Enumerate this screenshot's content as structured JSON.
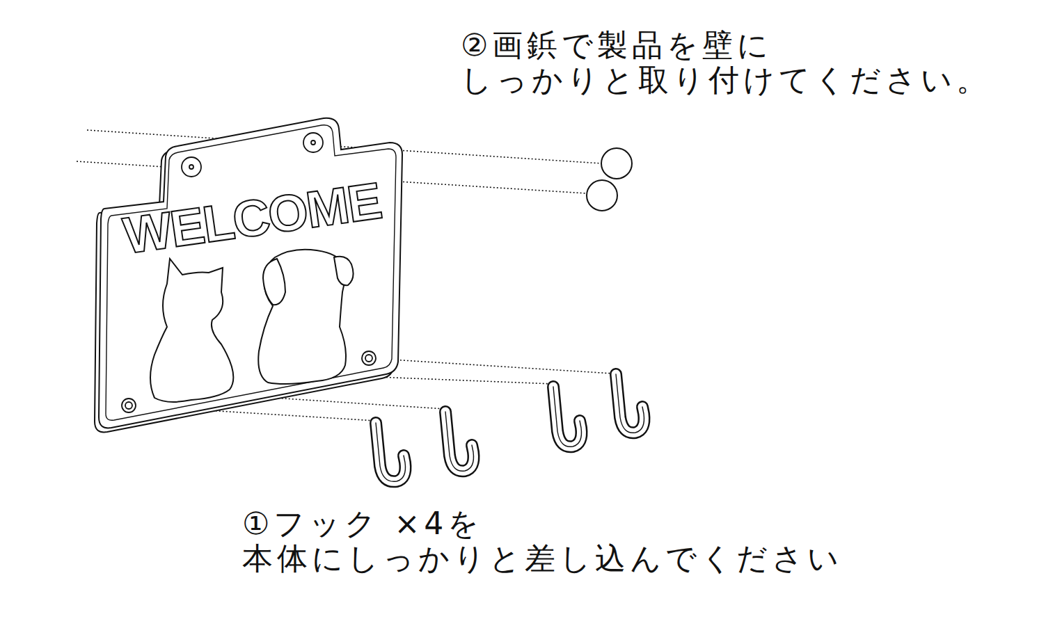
{
  "diagram": {
    "labels": [
      "②画鋲で製品を壁に しっかりと取り付けてください。",
      "WELCOME",
      "①フック ×4を 本体にしっかりと差し込んでください"
    ]
  }
}
